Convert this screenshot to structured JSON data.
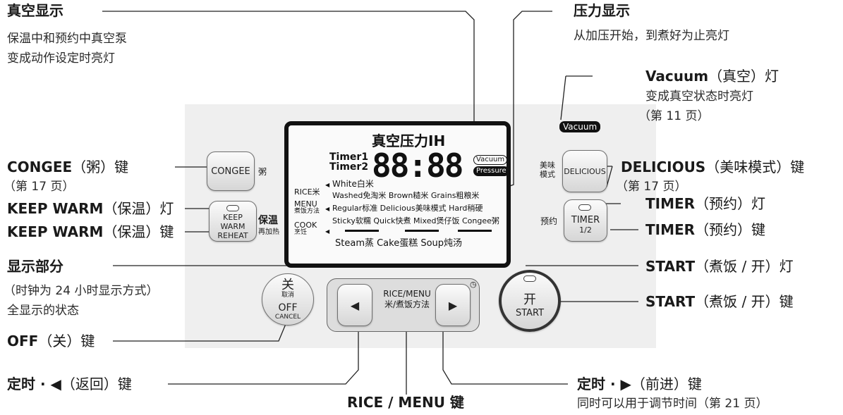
{
  "callouts": {
    "vacuum_display": {
      "title": "真空显示",
      "desc1": "保温中和预约中真空泵",
      "desc2": "变成动作设定时亮灯"
    },
    "pressure_display": {
      "title": "压力显示",
      "desc1": "从加压开始，到煮好为止亮灯"
    },
    "vacuum_lamp": {
      "title": "Vacuum",
      "title_cn": "（真空）灯",
      "desc1": "变成真空状态时亮灯",
      "desc2": "（第 11 页）"
    },
    "congee_key": {
      "title": "CONGEE",
      "title_cn": "（粥）键",
      "desc1": "（第 17 页）"
    },
    "delicious_key": {
      "title": "DELICIOUS",
      "title_cn": "（美味模式）键",
      "desc1": "（第 17 页）"
    },
    "keep_warm_lamp": {
      "title": "KEEP WARM",
      "title_cn": "（保温）灯"
    },
    "keep_warm_key": {
      "title": "KEEP WARM",
      "title_cn": "（保温）键"
    },
    "timer_lamp": {
      "title": "TIMER",
      "title_cn": "（预约）灯"
    },
    "timer_key": {
      "title": "TIMER",
      "title_cn": "（预约）键"
    },
    "display_section": {
      "title": "显示部分",
      "desc1": "（时钟为 24 小时显示方式）",
      "desc2": "全显示的状态"
    },
    "start_lamp": {
      "title": "START",
      "title_cn": "（煮饭 / 开）灯"
    },
    "start_key": {
      "title": "START",
      "title_cn": "（煮饭 / 开）键"
    },
    "off_key": {
      "title": "OFF",
      "title_cn": "（关）键"
    },
    "timer_back_key": {
      "title": "定时 · ◀",
      "title_cn": "（返回）键"
    },
    "rice_menu_key": {
      "title": "RICE / MENU 键"
    },
    "timer_forward_key": {
      "title": "定时 · ▶",
      "title_cn": "（前进）键",
      "desc1": "同时可以用于调节时间（第 21 页）"
    }
  },
  "panel": {
    "congee_btn": "CONGEE",
    "congee_cn": "粥",
    "keep_warm_btn_1": "KEEP WARM",
    "keep_warm_btn_2": "REHEAT",
    "keep_warm_cn_1": "保温",
    "keep_warm_cn_2": "再加热",
    "delicious_btn": "DELICIOUS",
    "delicious_cn_1": "美味",
    "delicious_cn_2": "模式",
    "timer_btn_1": "TIMER",
    "timer_btn_2": "1/2",
    "timer_cn": "预约",
    "vacuum_badge": "Vacuum",
    "off_cn": "关",
    "off_cn_small": "取消",
    "off_en": "OFF",
    "off_en_small": "CANCEL",
    "rice_menu_en": "RICE/MENU",
    "rice_menu_cn": "米/煮饭方法",
    "start_cn": "开",
    "start_en": "START"
  },
  "lcd": {
    "header": "真空压力IH",
    "timer1": "Timer1",
    "timer2": "Timer2",
    "clock": "88:88",
    "vacuum": "Vacuum",
    "pressure": "Pressure",
    "rice_label": "RICE米",
    "menu_label": "MENU",
    "menu_cn": "煮饭方法",
    "cook_label": "COOK",
    "cook_cn": "烹饪",
    "row1": "White白米",
    "row2": "Washed免淘米 Brown糙米 Grains粗粮米",
    "row3": "Regular标准 Delicious美味模式 Hard稍硬",
    "row4": "Sticky软糯 Quick快煮 Mixed煲仔饭 Congee粥",
    "row5": "Steam蒸   Cake蛋糕   Soup炖汤"
  }
}
